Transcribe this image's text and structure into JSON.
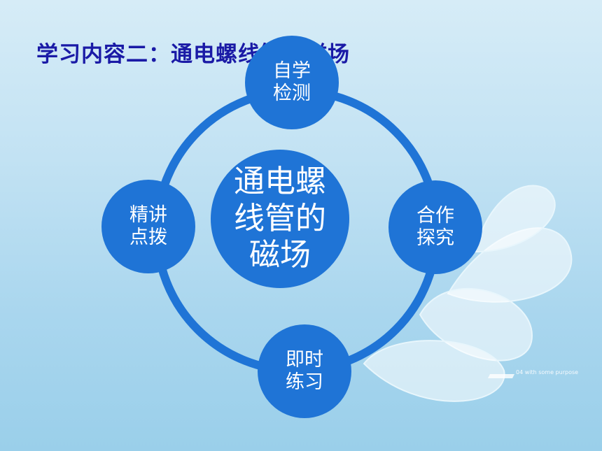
{
  "title": "学习内容二：通电螺线管的磁场",
  "center": {
    "text": "通电螺\n线管的\n磁场"
  },
  "nodes": {
    "top": "自学\n检测",
    "right": "合作\n探究",
    "bottom": "即时\n练习",
    "left": "精讲\n点拨"
  },
  "footer": "04 with some purpose",
  "colors": {
    "circle": "#1f74d6",
    "title": "#1a1aa6",
    "background": "#c2e2f3"
  }
}
